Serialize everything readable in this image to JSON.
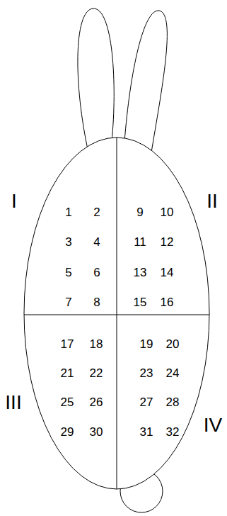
{
  "diagram": {
    "labels": [
      "I",
      "1",
      "2",
      "3",
      "4",
      "5",
      "6",
      "7",
      "8",
      "II",
      "9",
      "10",
      "11",
      "12",
      "13",
      "14",
      "15",
      "16",
      "III",
      "17",
      "18",
      "21",
      "22",
      "25",
      "26",
      "29",
      "30",
      "IV",
      "19",
      "20",
      "23",
      "24",
      "27",
      "28",
      "31",
      "32"
    ]
  }
}
